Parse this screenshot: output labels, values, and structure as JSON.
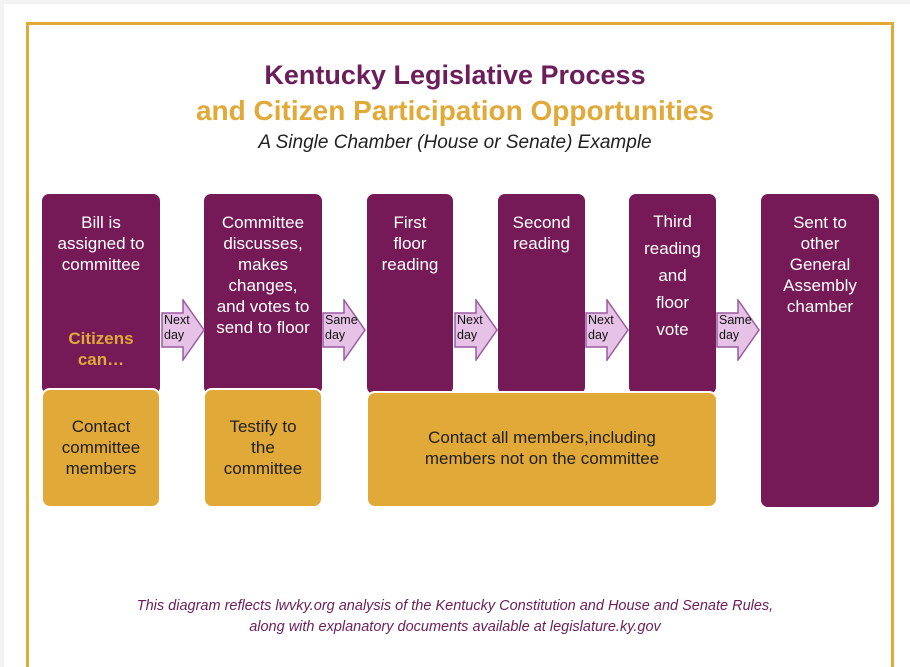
{
  "title": {
    "line1": "Kentucky Legislative Process",
    "line2": "and Citizen Participation Opportunities",
    "line3": "A Single Chamber (House or Senate) Example"
  },
  "steps": [
    {
      "label": "Bill is assigned to committee",
      "extra": "Citizens can…"
    },
    {
      "label": "Committee discusses, makes changes, and votes to send to floor"
    },
    {
      "label": "First floor reading"
    },
    {
      "label": "Second reading"
    },
    {
      "label": "Third reading and floor vote"
    },
    {
      "label": "Sent to other General Assembly chamber"
    }
  ],
  "transitions": [
    "Next day",
    "Same day",
    "Next day",
    "Next day",
    "Same day"
  ],
  "opportunities": [
    {
      "label": "Contact committee members"
    },
    {
      "label": "Testify to the committee"
    },
    {
      "label": "Contact all members,including members not on the committee"
    }
  ],
  "footer": {
    "line1": "This diagram reflects lwvky.org analysis of the Kentucky Constitution and House and Senate Rules,",
    "line2": "along with explanatory documents available at legislature.ky.gov"
  },
  "colors": {
    "purple": "#751a57",
    "gold": "#e1a937",
    "arrow_fill": "#e6c3e6",
    "arrow_stroke": "#9a5ca0"
  }
}
